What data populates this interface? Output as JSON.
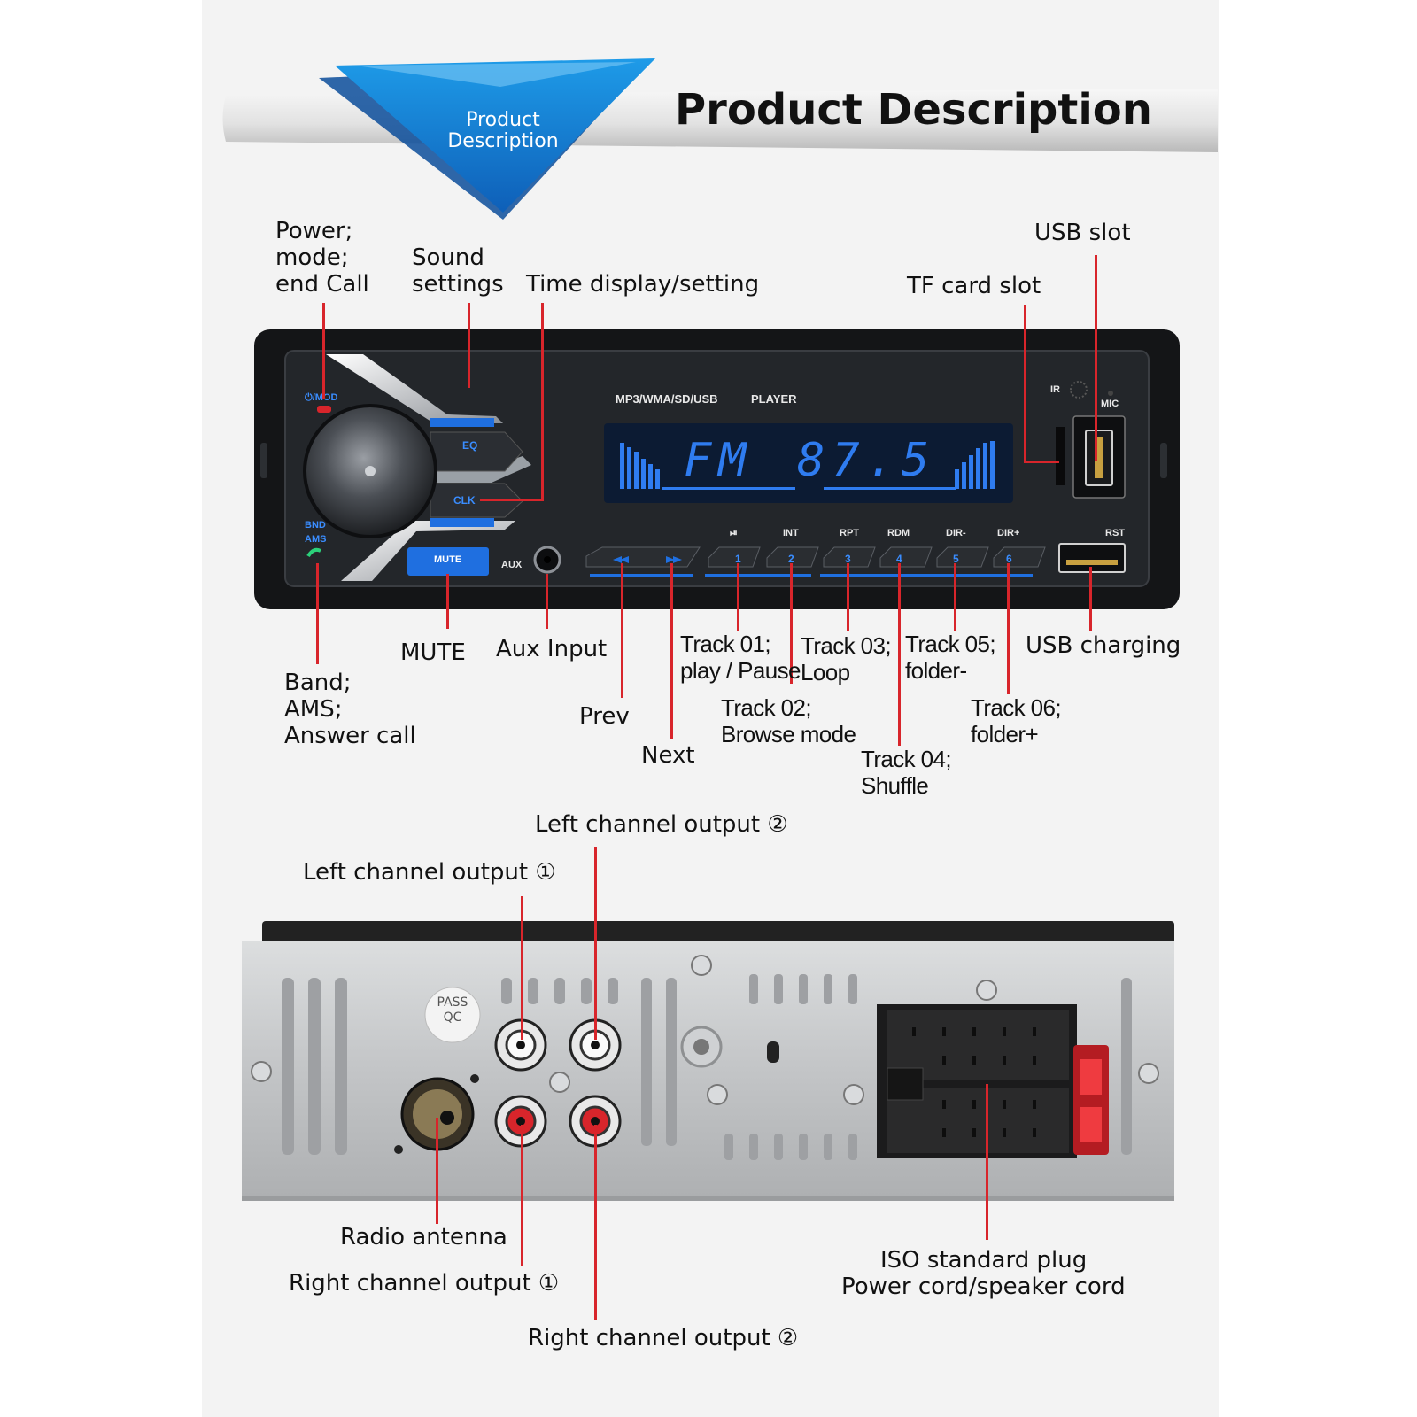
{
  "header": {
    "title": "Product Description",
    "badge_line1": "Product",
    "badge_line2": "Description"
  },
  "front_panel": {
    "format_text": "MP3/WMA/SD/USB",
    "player_text": "PLAYER",
    "display_band": "FM",
    "display_freq": "87.5",
    "power_key": "⏻/MOD",
    "eq_key": "EQ",
    "clk_key": "CLK",
    "mute_key": "MUTE",
    "bnd_key": "BND",
    "ams_key": "AMS",
    "aux_key": "AUX",
    "ir_label": "IR",
    "mic_label": "MIC",
    "rst_label": "RST",
    "top_keys": [
      "⏯",
      "INT",
      "RPT",
      "RDM",
      "DIR-",
      "DIR+"
    ],
    "num_keys": [
      "1",
      "2",
      "3",
      "4",
      "5",
      "6"
    ]
  },
  "front_labels": {
    "power": [
      "Power;",
      "mode;",
      "end Call"
    ],
    "sound": [
      "Sound",
      "settings"
    ],
    "time": "Time display/setting",
    "tf": "TF card slot",
    "usb_slot": "USB slot",
    "band": [
      "Band;",
      "AMS;",
      "Answer call"
    ],
    "mute": "MUTE",
    "aux": "Aux Input",
    "prev": "Prev",
    "next": "Next",
    "track01": [
      "Track 01;",
      "play / Pause"
    ],
    "track02": [
      "Track 02;",
      "Browse mode"
    ],
    "track03": [
      "Track 03;",
      "Loop"
    ],
    "track04": [
      "Track 04;",
      "Shuffle"
    ],
    "track05": [
      "Track 05;",
      "folder-"
    ],
    "track06": [
      "Track 06;",
      "folder+"
    ],
    "usb_charging": "USB charging"
  },
  "rear_panel": {
    "pass_line1": "PASS",
    "pass_line2": "QC"
  },
  "rear_labels": {
    "left1": "Left channel output ①",
    "left2": "Left channel output ②",
    "antenna": "Radio antenna",
    "right1": "Right channel output ①",
    "right2": "Right channel output ②",
    "iso1": "ISO standard plug",
    "iso2": "Power cord/speaker cord"
  },
  "colors": {
    "accent_blue": "#2f7cf0",
    "leader_red": "#d8252b",
    "device_body": "#1a1c1f",
    "chassis_grey": "#c9cbcd"
  }
}
